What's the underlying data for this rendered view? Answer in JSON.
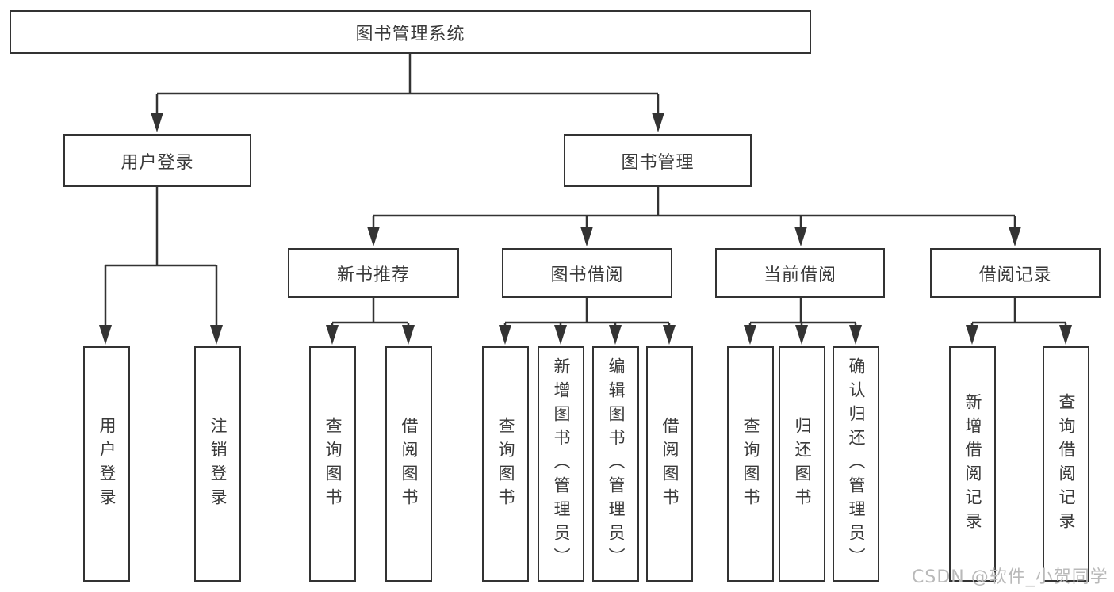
{
  "diagram": {
    "root": "图书管理系统",
    "branches": [
      {
        "label": "用户登录",
        "children": [
          "用户登录",
          "注销登录"
        ]
      },
      {
        "label": "图书管理",
        "children": [
          {
            "label": "新书推荐",
            "children": [
              "查询图书",
              "借阅图书"
            ]
          },
          {
            "label": "图书借阅",
            "children": [
              "查询图书",
              "新增图书（管理员）",
              "编辑图书（管理员）",
              "借阅图书"
            ]
          },
          {
            "label": "当前借阅",
            "children": [
              "查询图书",
              "归还图书",
              "确认归还（管理员）"
            ]
          },
          {
            "label": "借阅记录",
            "children": [
              "新增借阅记录",
              "查询借阅记录"
            ]
          }
        ]
      }
    ],
    "watermark": "CSDN @软件_小贺同学",
    "colors": {
      "line": "#333333",
      "text": "#3a3a3a",
      "watermark": "#b9b9b9",
      "background": "#ffffff"
    }
  }
}
